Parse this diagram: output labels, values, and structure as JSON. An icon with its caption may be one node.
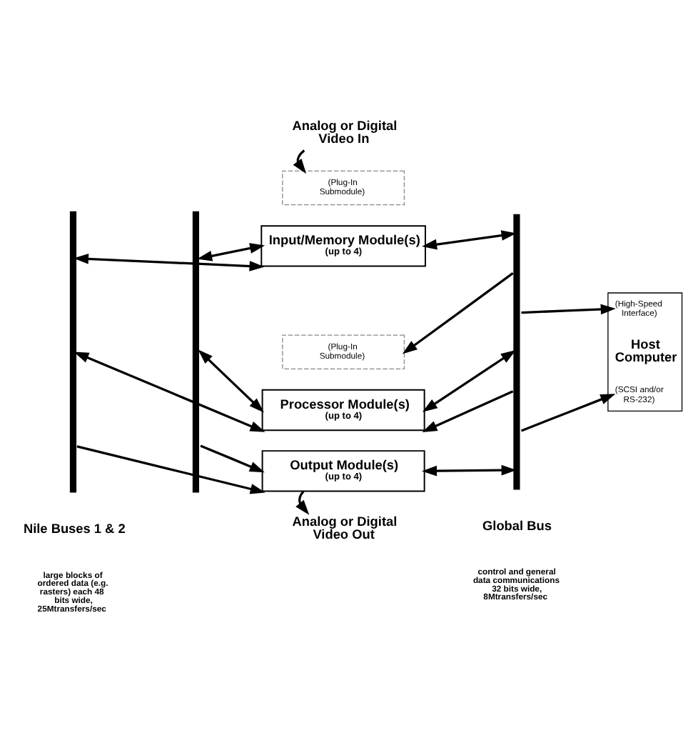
{
  "diagram": {
    "nodes": [
      {
        "text": [
          "Analog or Digital Video In"
        ]
      },
      {
        "text": [
          "(Plug-In Submodule)"
        ]
      },
      {
        "text": [
          "Input/Memory Module(s)",
          "(up to 4)"
        ]
      },
      {
        "text": [
          "(Plug-In Submodule)"
        ]
      },
      {
        "text": [
          "Processor Module(s)",
          "(up to 4)"
        ]
      },
      {
        "text": [
          "Output Module(s)",
          "(up to 4)"
        ]
      },
      {
        "text": [
          "Analog or Digital Video Out"
        ]
      },
      {
        "text": [
          "(High-Speed Interface)",
          "Host Computer",
          "(SCSI and/or RS-232)"
        ]
      },
      {
        "text": [],
        "shape": "bar"
      },
      {
        "text": [],
        "shape": "bar"
      },
      {
        "text": [],
        "shape": "bar"
      }
    ],
    "edges": [
      {
        "from": 0,
        "to": 1,
        "arrow": "to"
      },
      {
        "from": 9,
        "to": 2,
        "arrow": "both"
      },
      {
        "from": 2,
        "to": 8,
        "arrow": "both"
      },
      {
        "from": 2,
        "to": 10,
        "arrow": "both"
      },
      {
        "from": 10,
        "to": 3,
        "arrow": "to"
      },
      {
        "from": 10,
        "to": 7,
        "arrow": "to"
      },
      {
        "from": 9,
        "to": 4,
        "arrow": "both"
      },
      {
        "from": 4,
        "to": 8,
        "arrow": "both"
      },
      {
        "from": 4,
        "to": 10,
        "arrow": "both"
      },
      {
        "from": 10,
        "to": 4,
        "arrow": "to"
      },
      {
        "from": 10,
        "to": 7,
        "arrow": "to"
      },
      {
        "from": 9,
        "to": 5,
        "arrow": "to"
      },
      {
        "from": 8,
        "to": 5,
        "arrow": "to"
      },
      {
        "from": 5,
        "to": 10,
        "arrow": "both"
      },
      {
        "from": 5,
        "to": 6,
        "arrow": "to"
      }
    ],
    "labels": [
      "Nile Buses 1 & 2",
      "large blocks of ordered data (e.g. rasters) each 48 bits wide, 25Mtransfers/sec",
      "Global Bus",
      "control and general data communications 32 bits wide, 8Mtransfers/sec"
    ]
  }
}
